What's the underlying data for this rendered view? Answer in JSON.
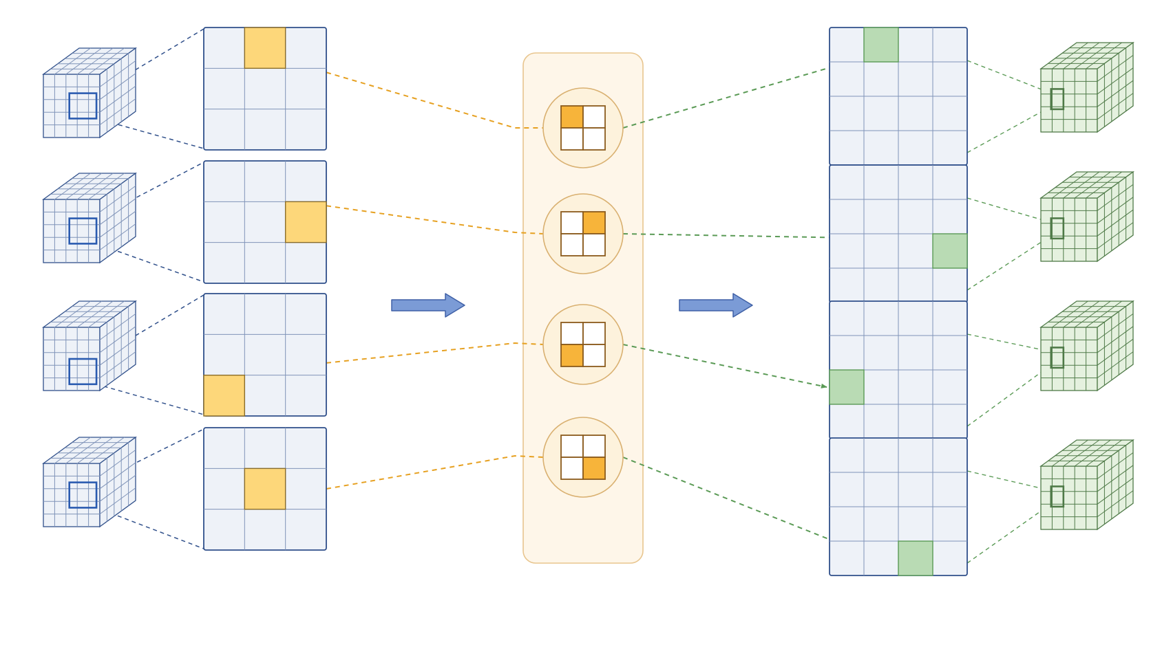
{
  "colors": {
    "background": "#ffffff",
    "input_stroke": "#2f4f8a",
    "input_fill": "#eef2f8",
    "input_grid": "#7f93b8",
    "input_highlight": "#2a5bb0",
    "selected_fill": "#fdd77a",
    "selected_stroke": "#8a6d2a",
    "orange_line": "#e6a020",
    "panel_fill": "#fef6e9",
    "panel_stroke": "#e8c58e",
    "kernel_fill": "#fdf2dc",
    "kernel_stroke": "#d9b070",
    "kernel_cell_stroke": "#8a5a1c",
    "kernel_active": "#f7b43a",
    "green_line": "#5a9a55",
    "output_highlight": "#b9dbb4",
    "output_cube_fill": "#e5f1df",
    "output_cube_stroke": "#4f7a48",
    "arrow_fill": "#7b9bd6",
    "arrow_stroke": "#3e5fa5"
  },
  "icons": {
    "process_arrow": "right-block-arrow-icon"
  },
  "diagram": {
    "rows": [
      {
        "input_cell": [
          0,
          1
        ],
        "kernel_cell": [
          0,
          0
        ],
        "output_cell": [
          0,
          1
        ]
      },
      {
        "input_cell": [
          1,
          2
        ],
        "kernel_cell": [
          0,
          1
        ],
        "output_cell": [
          2,
          3
        ]
      },
      {
        "input_cell": [
          2,
          0
        ],
        "kernel_cell": [
          1,
          0
        ],
        "output_cell": [
          2,
          0
        ]
      },
      {
        "input_cell": [
          1,
          1
        ],
        "kernel_cell": [
          1,
          1
        ],
        "output_cell": [
          3,
          2
        ]
      }
    ],
    "input_grid_size": 3,
    "kernel_grid_size": 2,
    "output_grid_size": 4
  }
}
